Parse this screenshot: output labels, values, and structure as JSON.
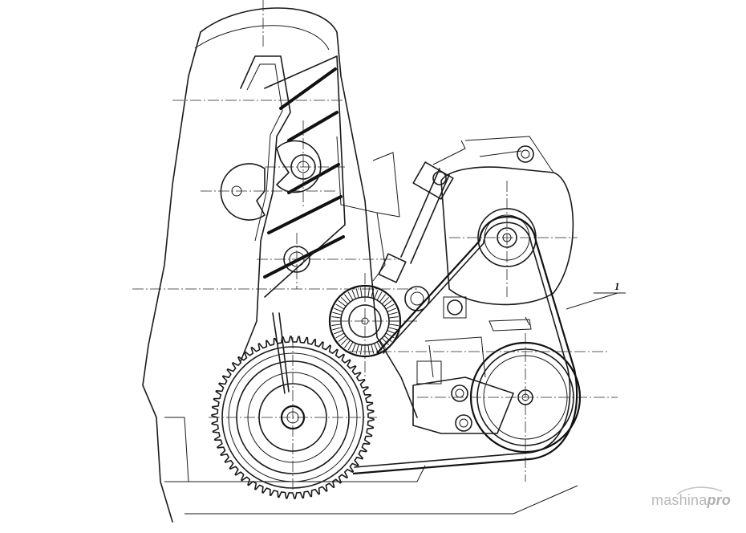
{
  "diagram": {
    "callouts": [
      {
        "label": "1"
      }
    ]
  },
  "watermark": {
    "brand_main": "mashina",
    "brand_accent": "pro",
    "color": "#b9b9b9"
  }
}
